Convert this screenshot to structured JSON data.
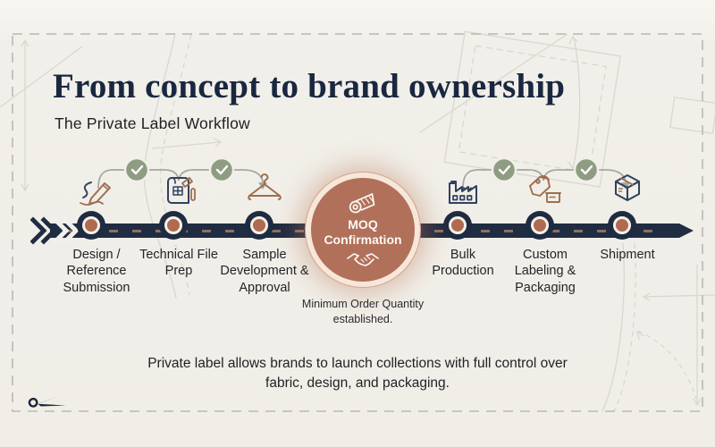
{
  "header": {
    "title": "From concept to brand ownership",
    "subtitle": "The Private Label Workflow"
  },
  "timeline": {
    "steps": [
      {
        "label": "Design / Reference Submission",
        "icon": "sketch-pencil-icon"
      },
      {
        "label": "Technical File Prep",
        "icon": "technical-file-icon"
      },
      {
        "label": "Sample Development & Approval",
        "icon": "hanger-icon"
      },
      {
        "label": "Bulk Production",
        "icon": "factory-icon"
      },
      {
        "label": "Custom Labeling & Packaging",
        "icon": "price-tags-icon"
      },
      {
        "label": "Shipment",
        "icon": "shipping-box-icon"
      }
    ],
    "center": {
      "title": "MOQ Confirmation",
      "note": "Minimum Order Quantity established.",
      "top_icon": "fabric-roll-icon",
      "bottom_icon": "handshake-icon"
    },
    "checkmarks_count": 4
  },
  "footer": {
    "text": "Private label allows brands to launch collections with full control over fabric, design, and packaging."
  },
  "colors": {
    "background": "#f0eee7",
    "title_navy": "#1a2740",
    "bar_navy": "#202c42",
    "terracotta": "#b1705a",
    "moq_ring_cream": "#f6e7da",
    "check_green": "#8e9c81",
    "connector_gray": "#a5a8a1",
    "icon_brown": "#9e6e4f",
    "icon_navy": "#30405e",
    "pattern_line": "#d8d7d0"
  }
}
